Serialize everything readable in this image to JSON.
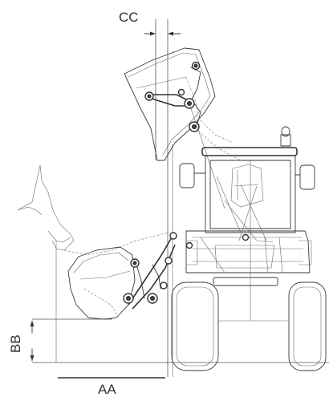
{
  "labels": {
    "dump_clearance": "CC",
    "reach": "AA",
    "dump_height": "BB"
  },
  "colors": {
    "line": "#3a3a3a",
    "text": "#333333",
    "background": "#ffffff"
  }
}
